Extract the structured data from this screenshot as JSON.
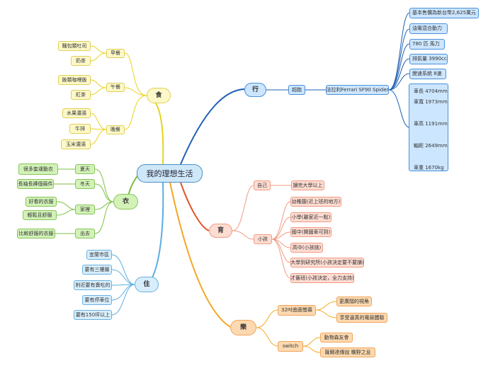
{
  "root": "我的理想生活",
  "food": {
    "label": "食",
    "breakfast": {
      "label": "早餐",
      "items": [
        "麵包類吐司",
        "奶茶"
      ]
    },
    "lunch": {
      "label": "午餐",
      "items": [
        "飯類咖哩飯",
        "紅茶"
      ]
    },
    "dinner": {
      "label": "晚餐",
      "items": [
        "水果濃湯",
        "牛排",
        "玉米濃湯"
      ]
    }
  },
  "clothing": {
    "label": "衣",
    "summer": {
      "label": "夏天",
      "items": [
        "很多套運動衣"
      ]
    },
    "winter": {
      "label": "冬天",
      "items": [
        "長袖長褲個兩件"
      ]
    },
    "home": {
      "label": "家裡",
      "items": [
        "好看的衣服",
        "輕鬆且舒服"
      ]
    },
    "out": {
      "label": "出去",
      "items": [
        "比較舒服的衣服"
      ]
    }
  },
  "living": {
    "label": "住",
    "items": [
      "宜蘭市區",
      "要有三樓層",
      "附近要有賣吃的",
      "要有停車位",
      "要有150坪以上"
    ]
  },
  "transport": {
    "label": "行",
    "type": "超跑",
    "car": "法拉利Ferrari SF90 Spider",
    "specs": [
      "基本售價為新台幣2,625萬元",
      "油電混合動力",
      "780 匹 馬力",
      "排氣量 3990cc",
      "變速系統 8速"
    ],
    "dims": [
      "車長 4704mm",
      "車寬 1973mm",
      "車高 1191mm",
      "軸距 2649mm",
      "車重 1670kg"
    ]
  },
  "education": {
    "label": "育",
    "self": {
      "label": "自己",
      "items": [
        "讀完大學以上"
      ]
    },
    "kids": {
      "label": "小孩",
      "items": [
        "幼稚園(近上班的地方)",
        "小學(離家近一點)",
        "國中(開國車可到)",
        "高中(小孩挑)",
        "大學到研究所(小孩決定要不要讀)",
        "才藝班(小孩決定，全力支持)"
      ]
    }
  },
  "fun": {
    "label": "樂",
    "tv": {
      "label": "32吋曲面螢幕",
      "items": [
        "更廣闊的視角",
        "享受逼真的電競體驗"
      ]
    },
    "switch": {
      "label": "switch",
      "items": [
        "動物森友會",
        "薩爾達傳說 曠野之息"
      ]
    }
  }
}
